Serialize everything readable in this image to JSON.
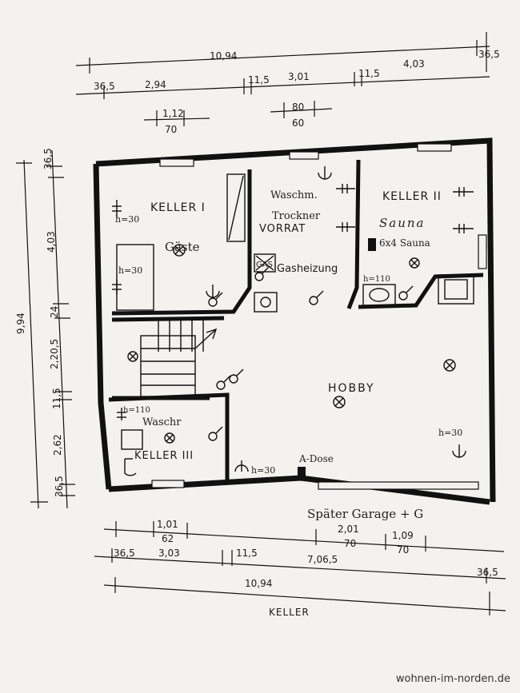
{
  "plan_title": "KELLER",
  "watermark": "wohnen-im-norden.de",
  "rooms": {
    "keller1": "KELLER I",
    "keller2": "KELLER II",
    "keller3": "KELLER III",
    "vorrat": "VORRAT",
    "hobby": "HOBBY",
    "gasheizung": "Gasheizung",
    "gaeste": "Gäste",
    "waschm": "Waschm.",
    "trockner": "Trockner",
    "sauna": "Sauna",
    "sauna_size": "6x4 Sauna",
    "waschr": "Waschr",
    "a_dose": "A-Dose",
    "gas": "GAS",
    "spaeter_garage": "Später Garage + G"
  },
  "heights": {
    "h30": "h=30",
    "h110": "h=110"
  },
  "dims_top": {
    "total": "10,94",
    "end_right": "36,5",
    "start_left": "36,5",
    "seg1": "2,94",
    "wall1": "11,5",
    "seg2": "3,01",
    "wall2": "11,5",
    "seg3": "4,03",
    "end_right2": "36,5",
    "win1_top": "1,12",
    "win1_bottom": "70",
    "win2_top": "80",
    "win2_bottom": "60"
  },
  "dims_left": {
    "total": "9,94",
    "top": "36,5",
    "seg1": "4,03",
    "stair": "24",
    "seg2": "2,20,5",
    "wall": "11,5",
    "seg3": "2,62",
    "bottom": "36,5"
  },
  "dims_bottom": {
    "o1_top": "1,01",
    "o1_bottom": "62",
    "o2_top": "2,01",
    "o2_bottom": "70",
    "o3_top": "1,09",
    "o3_bottom": "70",
    "start_left": "36,5",
    "seg1": "3,03",
    "wall": "11,5",
    "seg2": "7,06,5",
    "end_right": "36,5",
    "total": "10,94"
  }
}
